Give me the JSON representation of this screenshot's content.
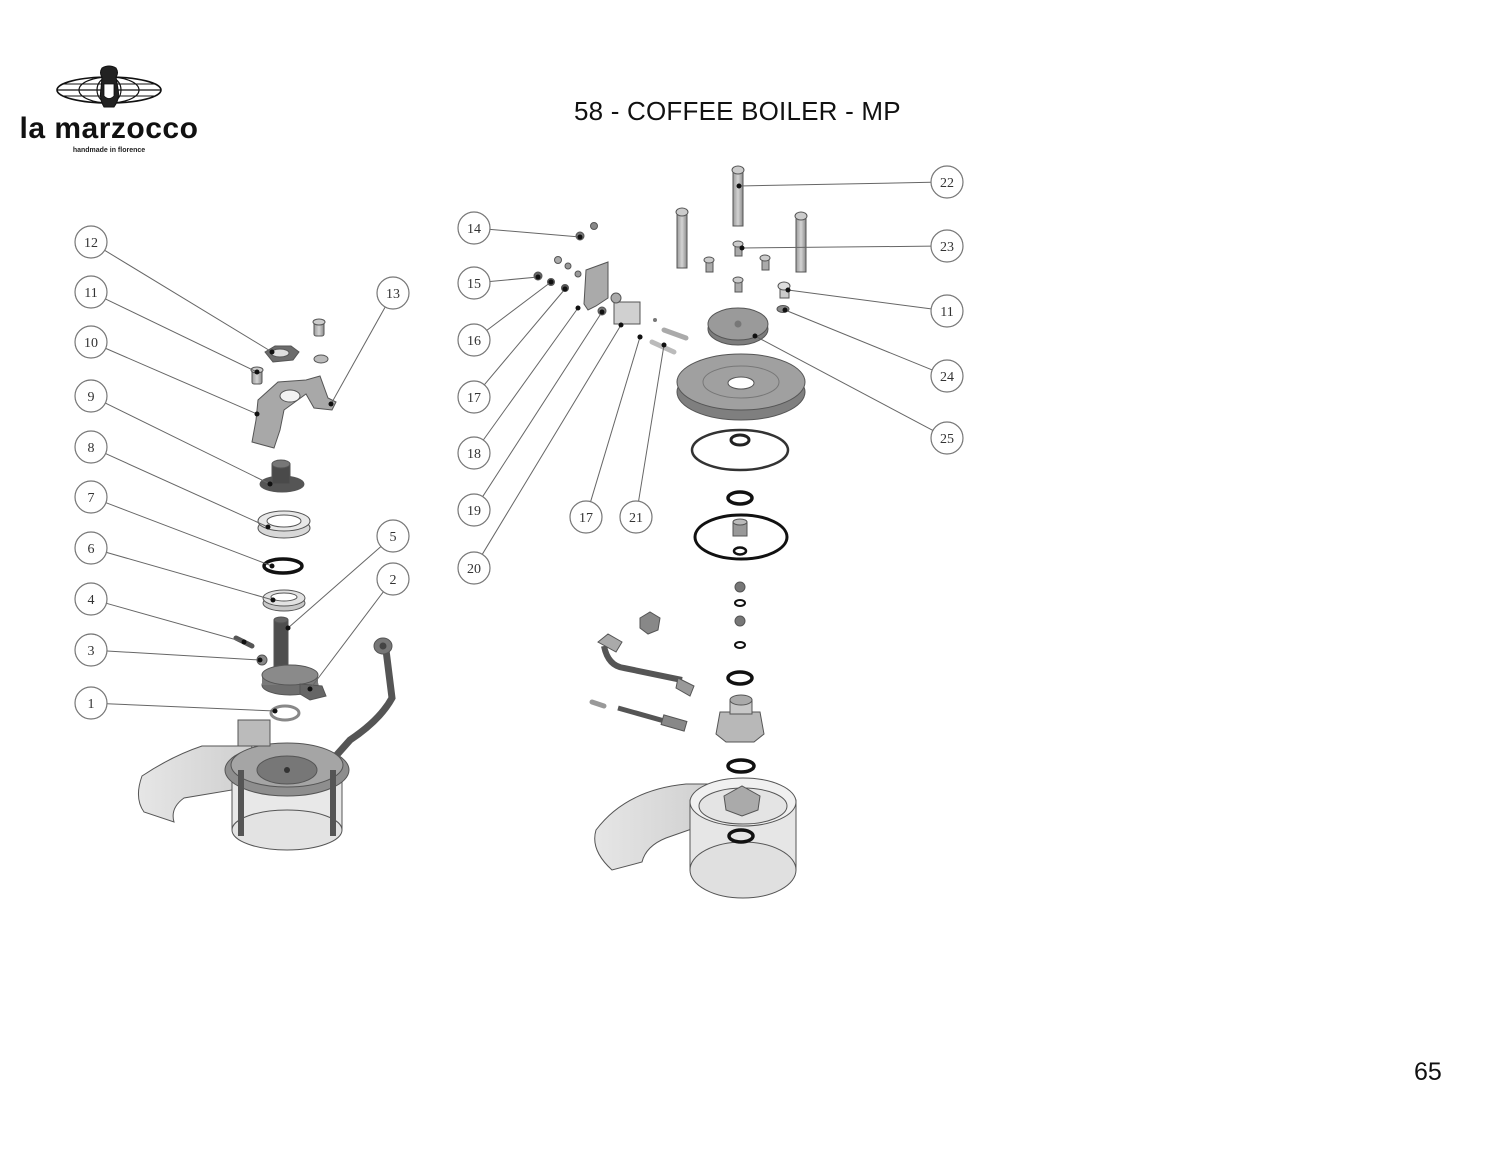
{
  "logo": {
    "icon": "lion-globe-icon",
    "brand": "la marzocco",
    "tagline": "handmade in florence"
  },
  "header": {
    "title": "58 - COFFEE BOILER - MP"
  },
  "footer": {
    "page_number": "65"
  },
  "diagram": {
    "left_assembly": {
      "callouts": [
        "12",
        "11",
        "10",
        "9",
        "8",
        "7",
        "6",
        "4",
        "3",
        "1",
        "13",
        "5",
        "2"
      ]
    },
    "right_assembly": {
      "callouts": [
        "14",
        "15",
        "16",
        "17",
        "18",
        "19",
        "20",
        "17",
        "21",
        "22",
        "23",
        "11",
        "24",
        "25"
      ]
    }
  }
}
